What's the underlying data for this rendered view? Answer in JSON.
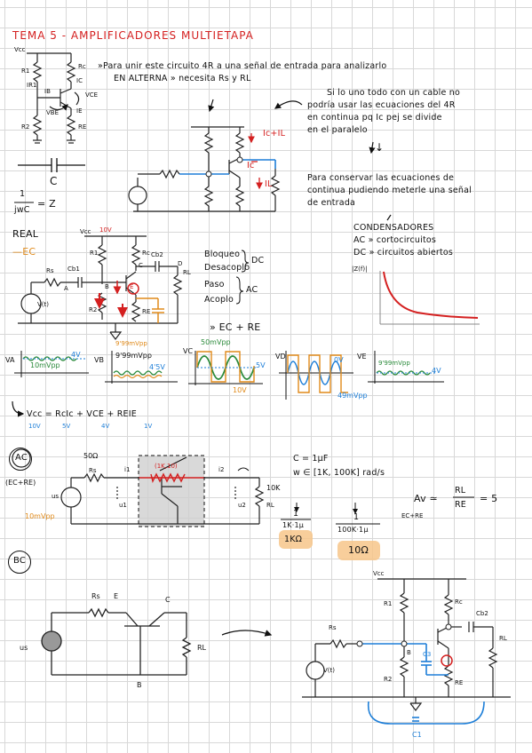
{
  "title": "TEMA 5 - AMPLIFICADORES MULTIETAPA",
  "top": {
    "intro_line1": "»Para unir este circuito 4R a una señal de entrada para analizarlo",
    "intro_line2": "EN ALTERNA » necesita Rs y RL",
    "note_line1": "Si lo uno todo con un cable no",
    "note_line2": "podría usar las ecuaciones del 4R",
    "note_line3": "en continua pq Ic pej se divide",
    "note_line4": "en el paralelo",
    "arrow_down": "↓",
    "keep_line1": "Para conservar las ecuaciones de",
    "keep_line2": "continua pudiendo meterle una señal",
    "keep_line3": "de entrada",
    "ic_il": "Ic+IL",
    "ic": "Ic",
    "il": "IL"
  },
  "left_circuit": {
    "labels": [
      "Vcc",
      "R1",
      "Rc",
      "IR1",
      "IB",
      "IC",
      "VCE",
      "VBE",
      "IE",
      "R2",
      "RE"
    ]
  },
  "cap": {
    "label": "C",
    "formula_num": "1",
    "formula_den": "jwC",
    "formula_eq": "= Z"
  },
  "real": {
    "heading": "REAL",
    "ec": "—EC",
    "voltage": "10V",
    "labels": [
      "Vcc",
      "R1",
      "Rc",
      "Cb2",
      "Rs",
      "Cb1",
      "A",
      "B",
      "C",
      "D",
      "E",
      "RL",
      "R2",
      "RE",
      "V(t)"
    ]
  },
  "blocks": {
    "bloqueo": "Bloqueo",
    "desacoplo": "Desacoplo",
    "paso": "Paso",
    "acoplo": "Acoplo",
    "dc": "DC",
    "ac": "AC",
    "ec_re": "» EC + RE"
  },
  "condensadores": {
    "title": "CONDENSADORES",
    "ac": "AC » cortocircuitos",
    "dc": "DC » circuitos abiertos",
    "zf": "|Z(f)|"
  },
  "waves": {
    "va_label": "VA",
    "va_amp": "10mVpp",
    "va_dc": "4V",
    "vb_label": "VB",
    "vb_top": "9'99mVpp",
    "vb_amp": "9'99mVpp",
    "vb_dc": "4'5V",
    "vc_label": "VC",
    "vc_amp": "50mVpp",
    "vc_dc": "5V",
    "vc_bottom": "10V",
    "vd_label": "VD",
    "vd_dc": "0V",
    "vd_amp": "49mVpp",
    "ve_label": "VE",
    "ve_amp": "9'99mVpp",
    "ve_dc": "4V"
  },
  "kvl": {
    "eq": "Vcc = RcIc + VCE + REIE",
    "v1": "10V",
    "v2": "5V",
    "v3": "4V",
    "v4": "1V"
  },
  "ac_section": {
    "badge": "AC",
    "ec_re": "(EC+RE)",
    "rs_val": "50Ω",
    "range": "(1K,10)",
    "rl_val": "10K",
    "us_amp": "10mVpp",
    "labels": [
      "Rs",
      "i1",
      "i2",
      "us",
      "u1",
      "u2",
      "RL"
    ],
    "c_val": "C = 1µF",
    "w_range": "w ∈ [1K, 100K] rad/s",
    "frac1_num": "1",
    "frac1_den": "1K·1µ",
    "frac1_res": "1KΩ",
    "frac2_num": "1",
    "frac2_den": "100K·1µ",
    "frac2_res": "10Ω",
    "av": "Av ≃",
    "av_num": "RL",
    "av_den": "RE",
    "av_eq": "= 5",
    "av_sub": "EC+RE"
  },
  "bc_section": {
    "badge": "BC",
    "labels": [
      "Rs",
      "E",
      "C",
      "us",
      "RL",
      "B"
    ],
    "right_labels": [
      "Vcc",
      "R1",
      "Rc",
      "Cb2",
      "Rs",
      "RL",
      "R2",
      "RE",
      "C3",
      "C1",
      "B",
      "V(t)"
    ]
  }
}
